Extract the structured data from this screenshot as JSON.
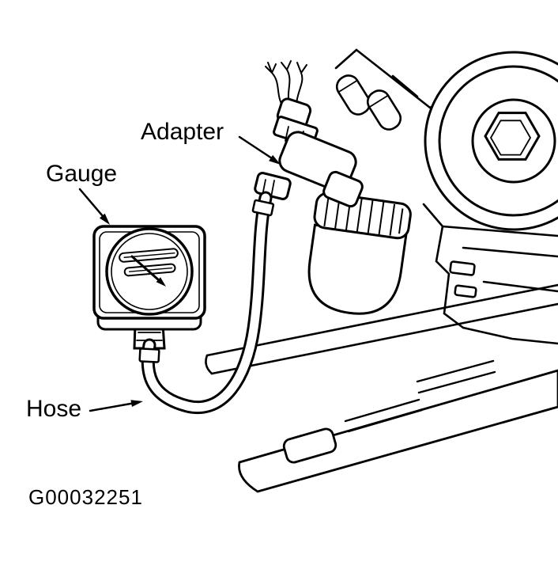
{
  "figure": {
    "code": "G00032251"
  },
  "labels": {
    "adapter": "Adapter",
    "gauge": "Gauge",
    "hose": "Hose"
  },
  "colors": {
    "line": "#000000",
    "background": "#ffffff"
  }
}
